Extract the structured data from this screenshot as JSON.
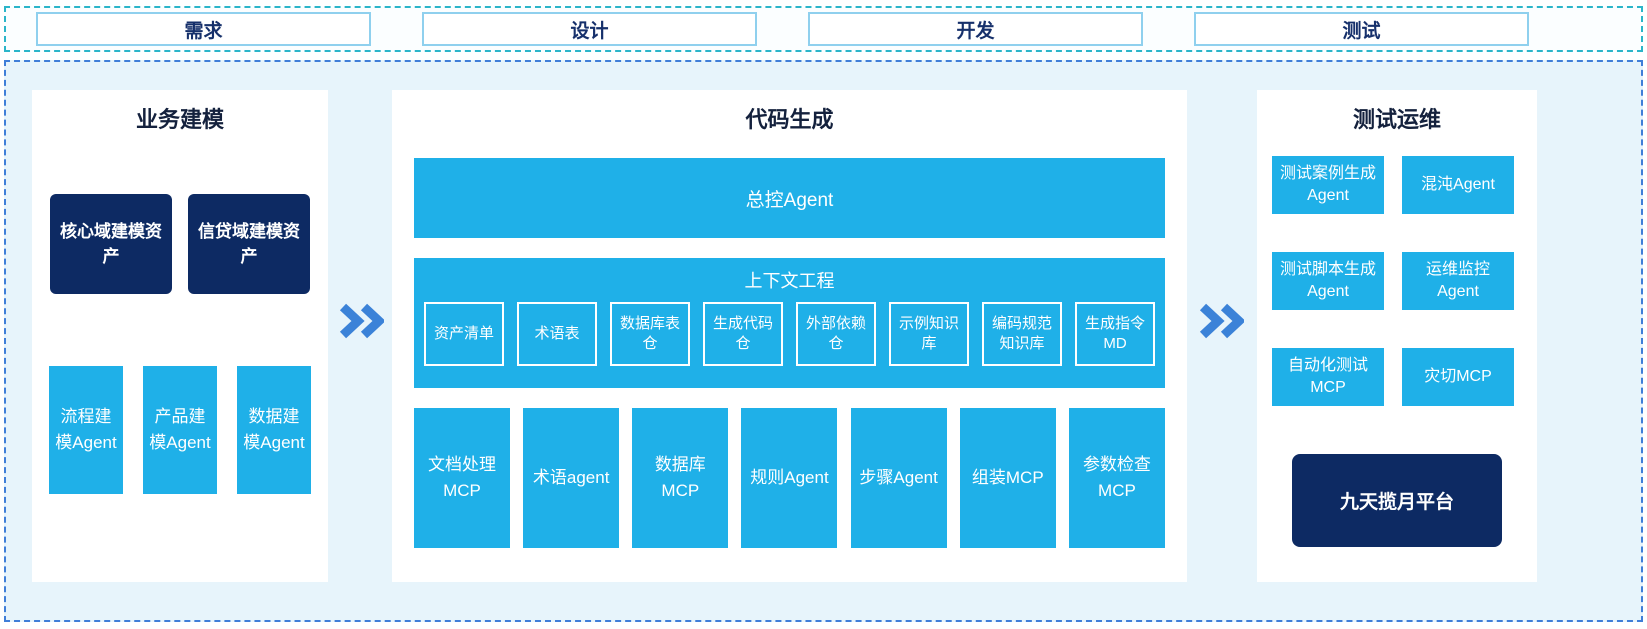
{
  "colors": {
    "accent_blue": "#1fb0e8",
    "dark_navy": "#0d2a63",
    "dashed_top_border": "#2bb5c9",
    "dashed_main_border": "#3f7ed8",
    "chevron_blue": "#3b82d8",
    "container_bg": "#e7f4fb",
    "top_box_border": "#8fd0ee",
    "top_text": "#16306b"
  },
  "top_bar": {
    "items": [
      {
        "label": "需求"
      },
      {
        "label": "设计"
      },
      {
        "label": "开发"
      },
      {
        "label": "测试"
      }
    ]
  },
  "business_panel": {
    "title": "业务建模",
    "asset_boxes": [
      {
        "label": "核心域建模资产"
      },
      {
        "label": "信贷域建模资产"
      }
    ],
    "agent_boxes": [
      {
        "label": "流程建模Agent"
      },
      {
        "label": "产品建模Agent"
      },
      {
        "label": "数据建模Agent"
      }
    ]
  },
  "codegen_panel": {
    "title": "代码生成",
    "master_agent": "总控Agent",
    "context_block": {
      "title": "上下文工程",
      "items": [
        {
          "label": "资产清单"
        },
        {
          "label": "术语表"
        },
        {
          "label": "数据库表仓"
        },
        {
          "label": "生成代码仓"
        },
        {
          "label": "外部依赖仓"
        },
        {
          "label": "示例知识库"
        },
        {
          "label": "编码规范知识库"
        },
        {
          "label": "生成指令MD"
        }
      ]
    },
    "tool_boxes": [
      {
        "label": "文档处理MCP"
      },
      {
        "label": "术语agent"
      },
      {
        "label": "数据库MCP"
      },
      {
        "label": "规则Agent"
      },
      {
        "label": "步骤Agent"
      },
      {
        "label": "组装MCP"
      },
      {
        "label": "参数检查MCP"
      }
    ]
  },
  "testops_panel": {
    "title": "测试运维",
    "boxes": [
      {
        "label": "测试案例生成Agent"
      },
      {
        "label": "混沌Agent"
      },
      {
        "label": "测试脚本生成Agent"
      },
      {
        "label": "运维监控Agent"
      },
      {
        "label": "自动化测试MCP"
      },
      {
        "label": "灾切MCP"
      }
    ],
    "platform_box": {
      "label": "九天揽月平台"
    }
  }
}
